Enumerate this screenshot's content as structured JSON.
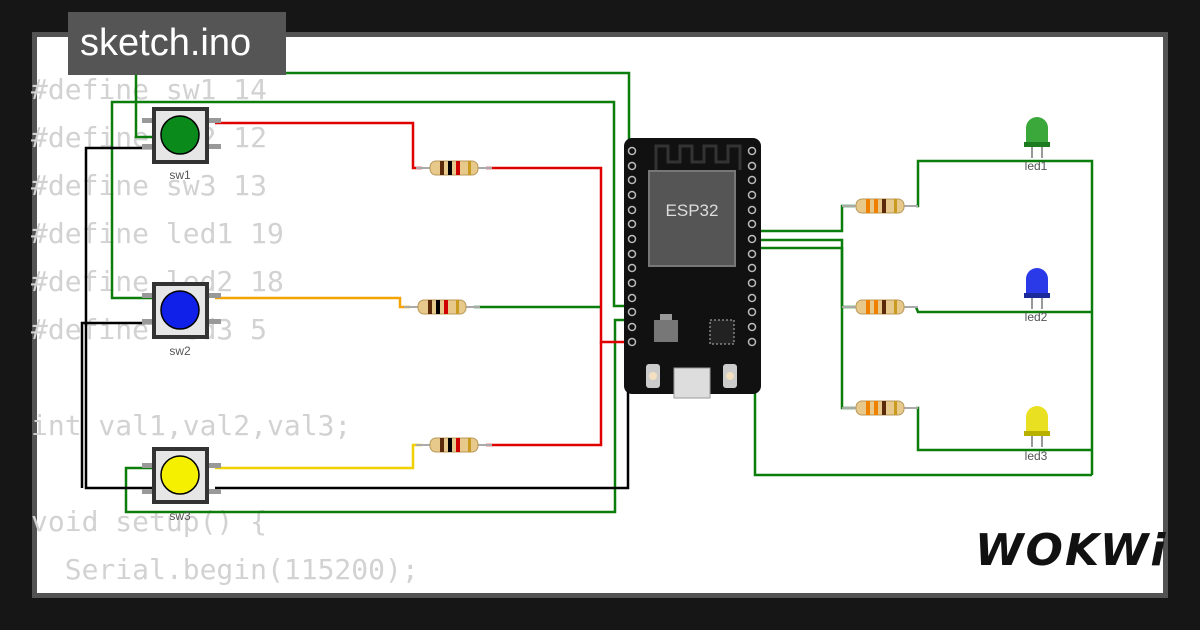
{
  "tab": {
    "title": "sketch.ino"
  },
  "code_lines": [
    "#define sw1 14",
    "#define sw2 12",
    "#define sw3 13",
    "#define led1 19",
    "#define led2 18",
    "#define led3 5",
    "",
    "int val1,val2,val3;",
    "",
    "void setup() {",
    "  Serial.begin(115200);"
  ],
  "board": {
    "label": "ESP32"
  },
  "switches": [
    {
      "label": "sw1",
      "cap_color": "#0a8a1a"
    },
    {
      "label": "sw2",
      "cap_color": "#1020e8"
    },
    {
      "label": "sw3",
      "cap_color": "#f4f000"
    }
  ],
  "leds": [
    {
      "label": "led1",
      "color": "#3aa83a"
    },
    {
      "label": "led2",
      "color": "#2a3ae8"
    },
    {
      "label": "led3",
      "color": "#e8e020"
    }
  ],
  "brand": {
    "logo": "WOKWi"
  },
  "colors": {
    "wire_green": "#0a7d0a",
    "wire_red": "#e00000",
    "wire_orange": "#f5a300",
    "wire_black": "#000000"
  }
}
